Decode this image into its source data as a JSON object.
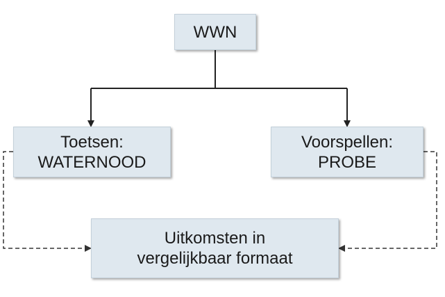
{
  "nodes": {
    "root": {
      "label": "WWN"
    },
    "left": {
      "line1": "Toetsen:",
      "line2": "WATERNOOD"
    },
    "right": {
      "line1": "Voorspellen:",
      "line2": "PROBE"
    },
    "bottom": {
      "line1": "Uitkomsten in",
      "line2": "vergelijkbaar formaat"
    }
  },
  "colors": {
    "box_fill": "#dfe8ef",
    "solid_line": "#222222",
    "dashed_line": "#333333"
  }
}
